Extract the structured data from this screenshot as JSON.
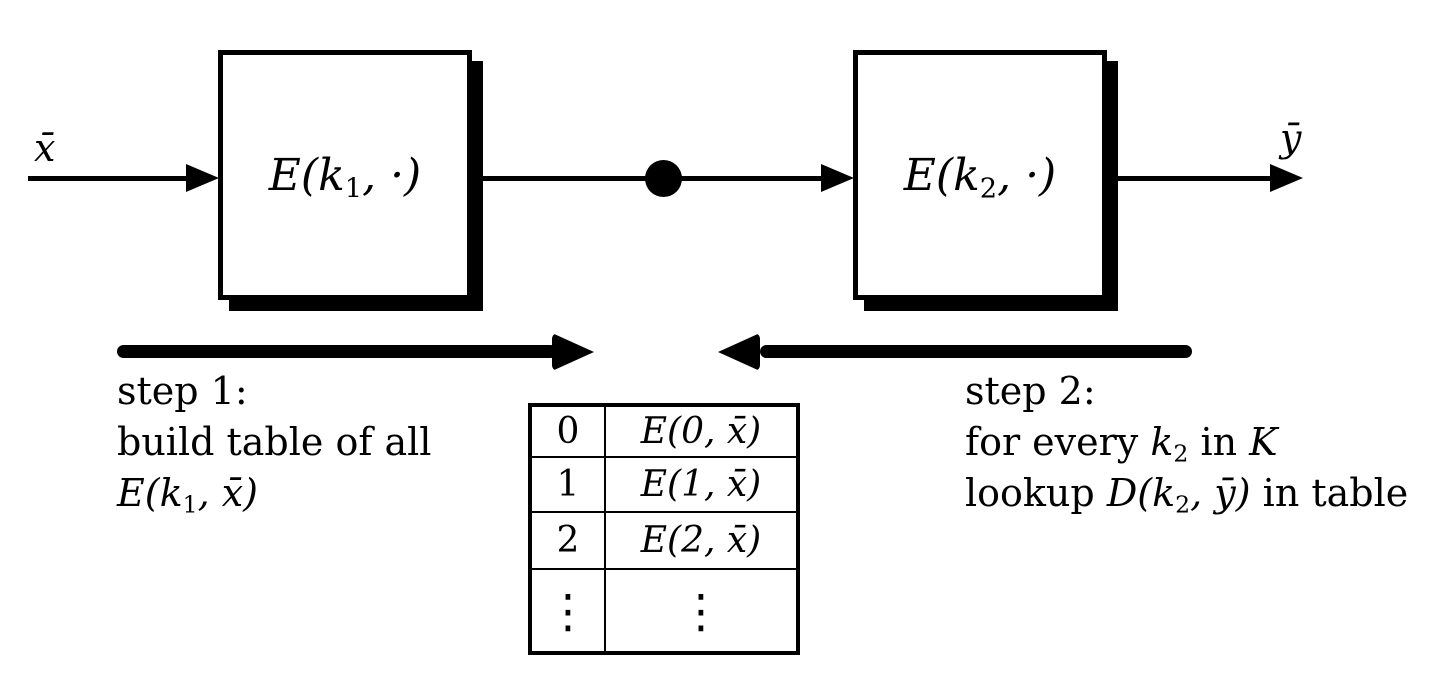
{
  "colors": {
    "ink": "#000000",
    "paper": "#ffffff"
  },
  "boxes": {
    "box1": {
      "pre": "E(k",
      "sub": "1",
      "post": ", ·)"
    },
    "box2": {
      "pre": "E(k",
      "sub": "2",
      "post": ", ·)"
    }
  },
  "signals": {
    "input": "x̄",
    "output": "ȳ"
  },
  "step1": {
    "line1": "step 1:",
    "line2": "build table of all",
    "math_pre": "E(k",
    "math_sub": "1",
    "math_post": ", x̄)"
  },
  "step2": {
    "line1": "step 2:",
    "line2_t1": "for every ",
    "line2_k": "k",
    "line2_sub": "2",
    "line2_t2": " in ",
    "line2_K": "K",
    "line3_t1": "lookup ",
    "line3_m1": "D(k",
    "line3_sub": "2",
    "line3_m2": ", ȳ)",
    "line3_t2": " in table"
  },
  "table": {
    "rows": [
      {
        "key": "0",
        "value": "E(0, x̄)"
      },
      {
        "key": "1",
        "value": "E(1, x̄)"
      },
      {
        "key": "2",
        "value": "E(2, x̄)"
      },
      {
        "key": "⋮",
        "value": "⋮"
      }
    ]
  }
}
